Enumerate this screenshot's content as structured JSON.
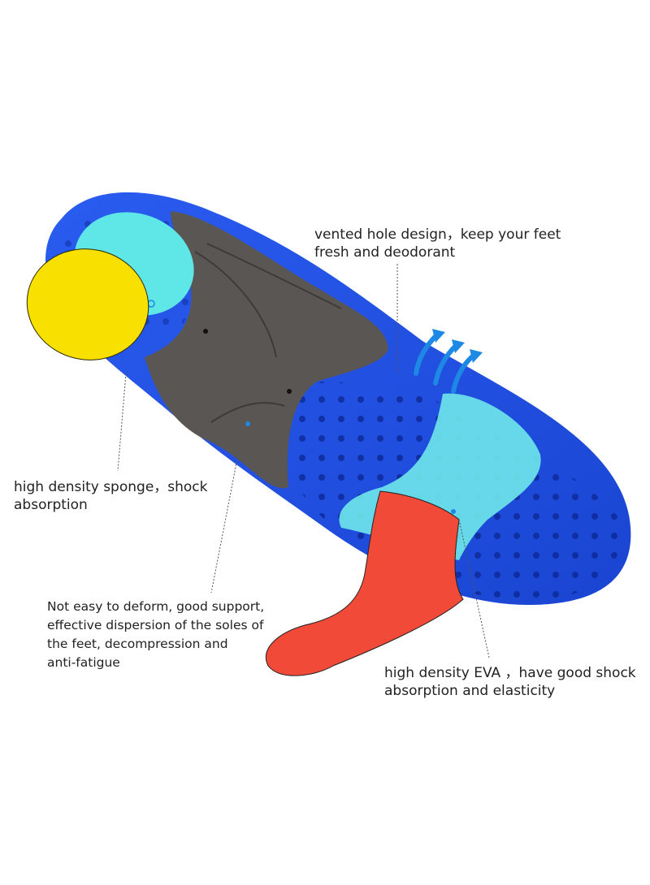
{
  "image": {
    "subject": "orthotic insole diagram",
    "colors": {
      "background": "#ffffff",
      "insole_blue": "#1f4fe0",
      "cyan_pad": "#5fe6e6",
      "gray_sponge": "#5a5654",
      "yellow_callout": "#f8e000",
      "red_callout": "#f24a38",
      "arrow_blue": "#1e88e5",
      "text": "#222222"
    }
  },
  "labels": {
    "vented": {
      "line1": "vented hole design，keep your feet",
      "line2": "fresh and deodorant"
    },
    "sponge": {
      "line1": "high density sponge，shock",
      "line2": "absorption"
    },
    "support": {
      "line1": "Not easy to deform, good support,",
      "line2": "effective dispersion of the soles of",
      "line3": "the feet, decompression and",
      "line4": "anti-fatigue"
    },
    "eva": {
      "line1": "high density EVA ，have good shock",
      "line2": "absorption and elasticity"
    }
  }
}
